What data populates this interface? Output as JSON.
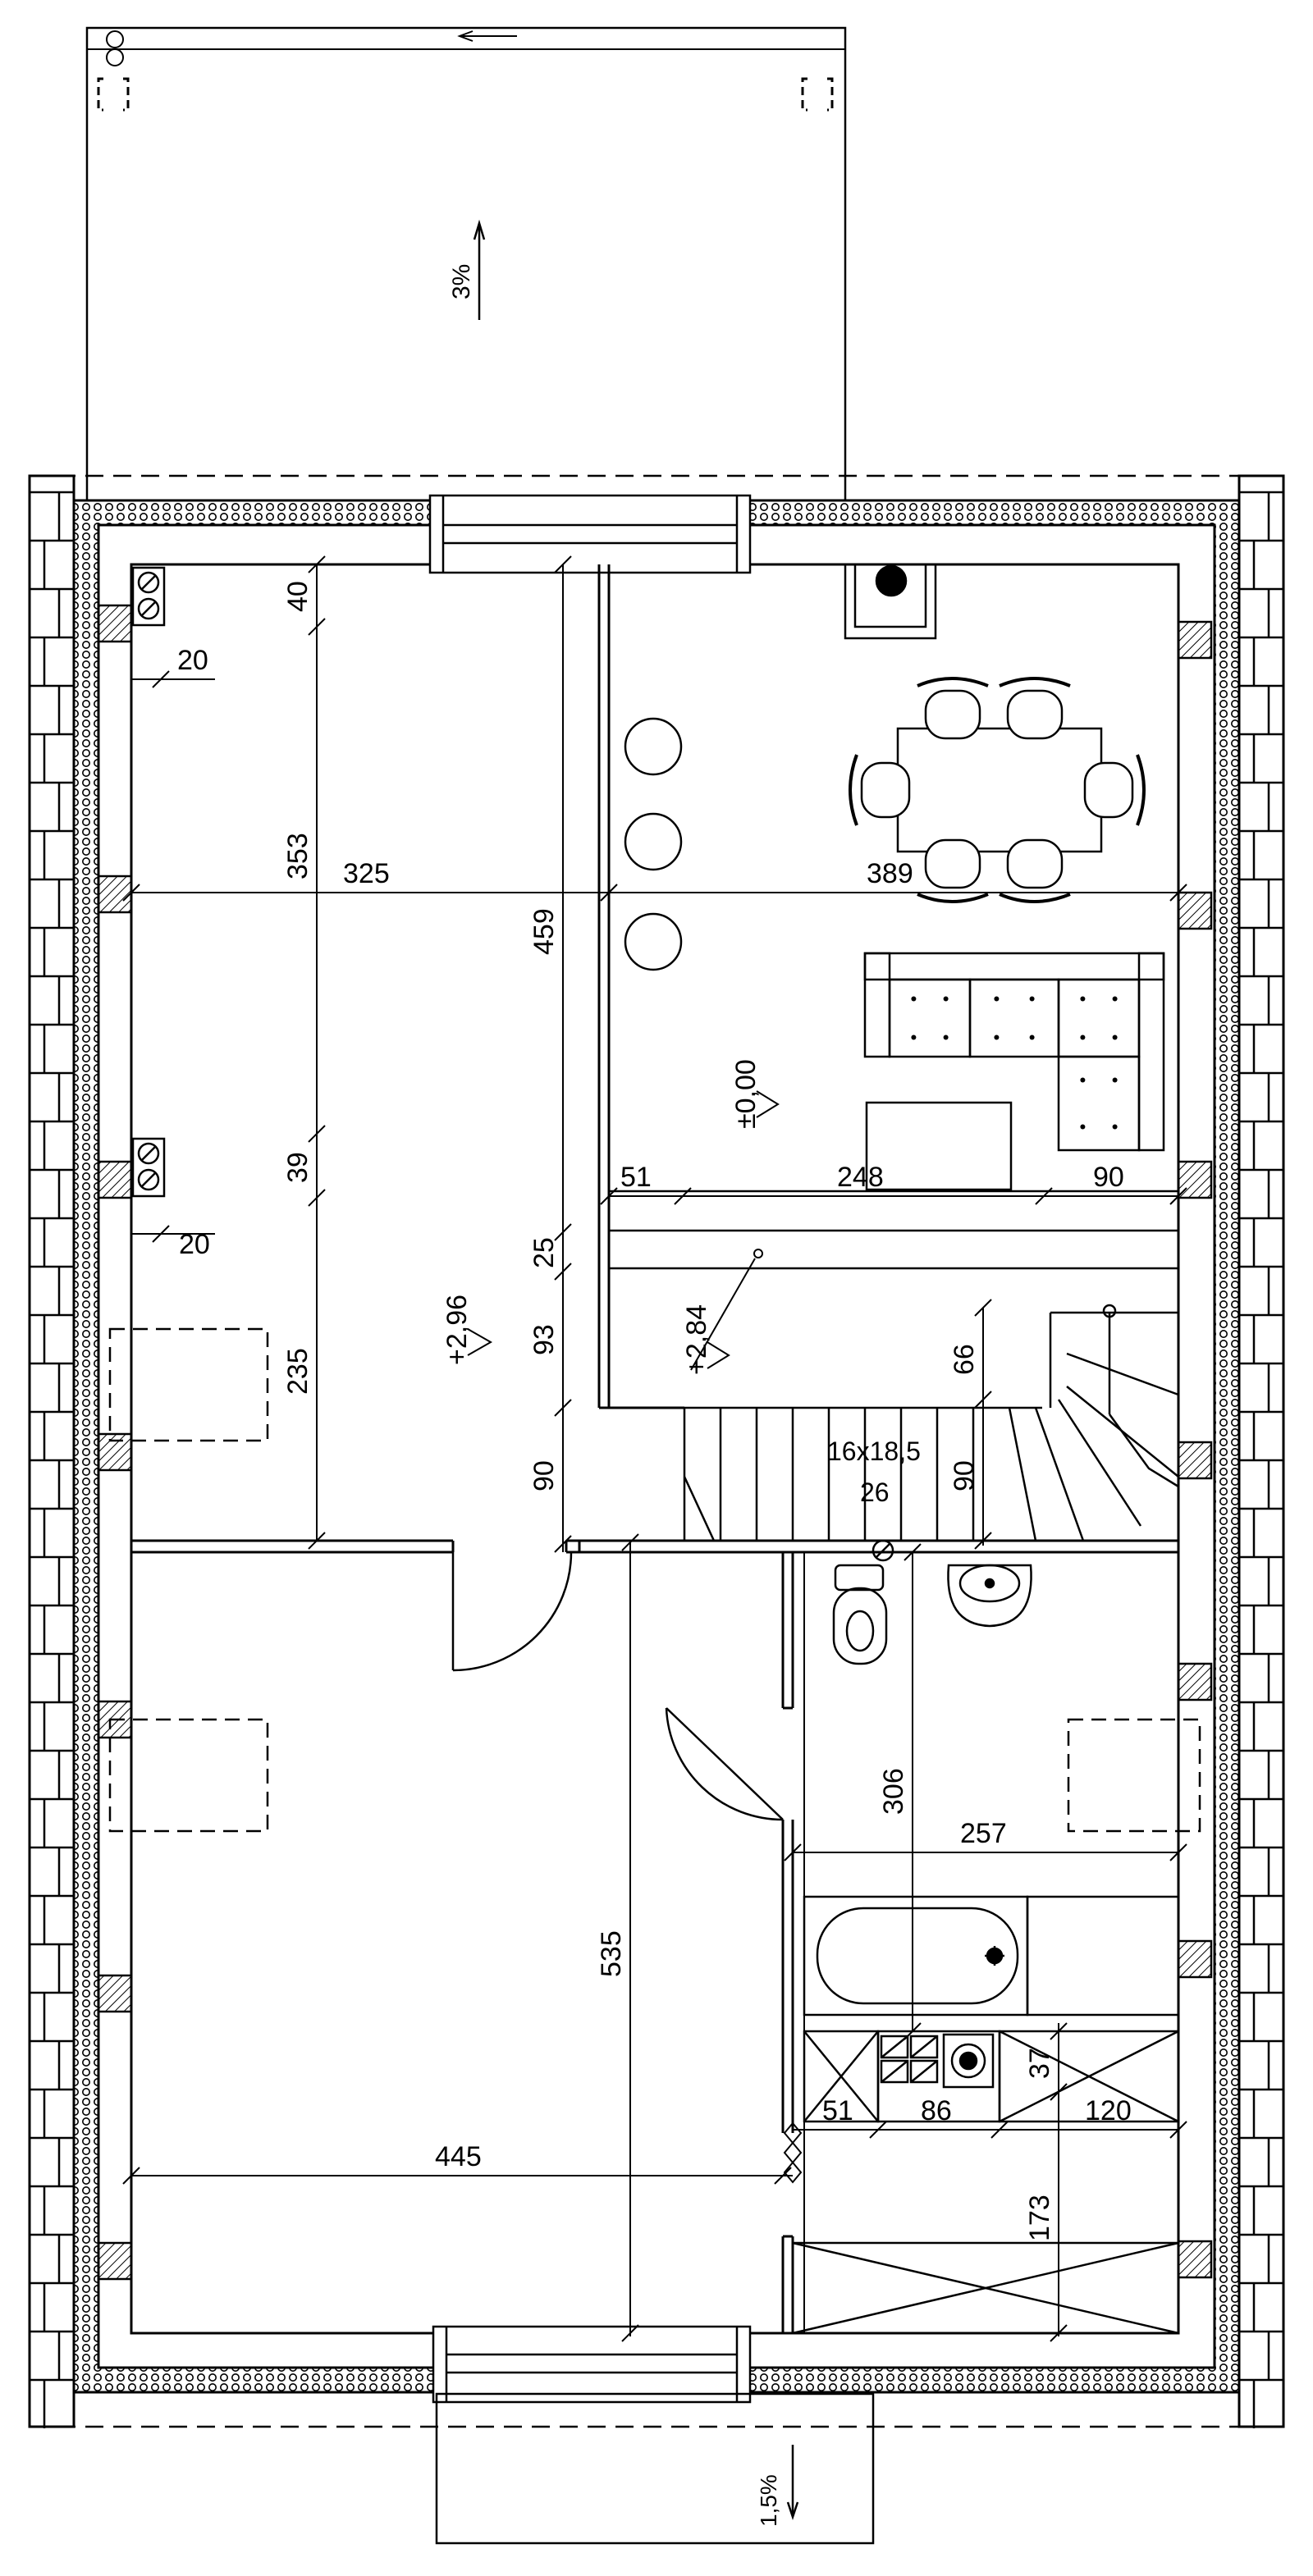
{
  "slopes": {
    "terrace": "3%",
    "entrance": "1,5%"
  },
  "levels": {
    "ground": "±0,00",
    "upper": "+2,96",
    "landing": "+2,84"
  },
  "stairs": {
    "step_size": "16x18,5",
    "tread": "26"
  },
  "dims": {
    "d40": "40",
    "d20a": "20",
    "d353": "353",
    "d325": "325",
    "d459": "459",
    "d389": "389",
    "d39": "39",
    "d20b": "20",
    "d51a": "51",
    "d248": "248",
    "d90a": "90",
    "d25": "25",
    "d93": "93",
    "d66": "66",
    "d235": "235",
    "d90b": "90",
    "d90c": "90",
    "d306": "306",
    "d257": "257",
    "d535": "535",
    "d37": "37",
    "d51b": "51",
    "d86": "86",
    "d120": "120",
    "d445": "445",
    "d173": "173"
  }
}
